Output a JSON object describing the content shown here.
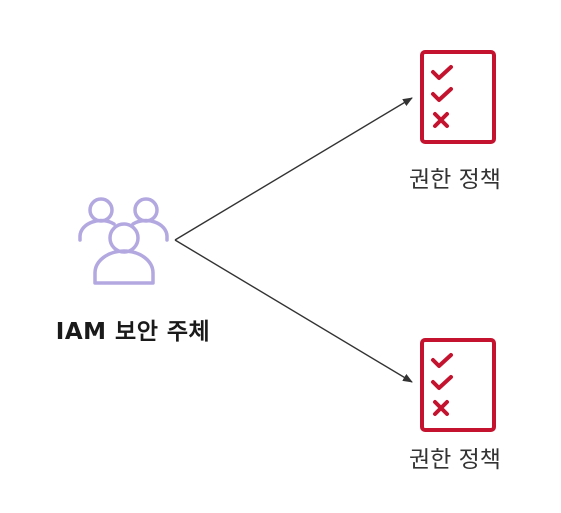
{
  "principal": {
    "label": "IAM 보안 주체",
    "icon": "users-group-icon",
    "color": "#b3a8e0"
  },
  "policies": [
    {
      "label": "권한 정책",
      "icon": "checklist-icon"
    },
    {
      "label": "권한 정책",
      "icon": "checklist-icon"
    }
  ],
  "colors": {
    "policy_red": "#c3132f",
    "arrow": "#333333"
  }
}
